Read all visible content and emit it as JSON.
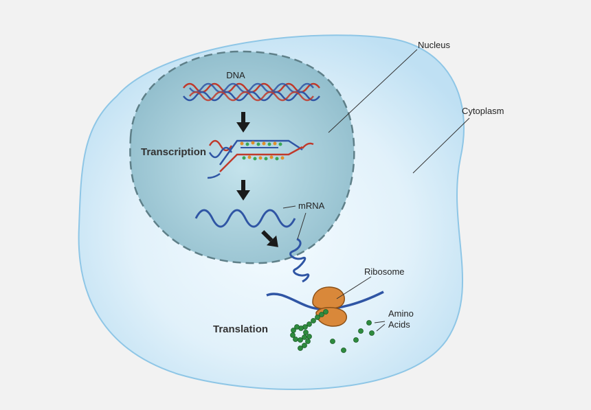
{
  "labels": {
    "dna": "DNA",
    "transcription": "Transcription",
    "mrna": "mRNA",
    "nucleus": "Nucleus",
    "cytoplasm": "Cytoplasm",
    "ribosome": "Ribosome",
    "amino_acids_line1": "Amino",
    "amino_acids_line2": "Acids",
    "translation": "Translation"
  },
  "colors": {
    "background": "#f2f2f2",
    "cell_fill": "#cfe8f6",
    "cell_stroke": "#8ec6e6",
    "nucleus_fill": "#a9cfdc",
    "nucleus_border": "#5e7f88",
    "strand_red": "#c0392b",
    "strand_blue": "#2f55a4",
    "ribosome": "#d9883a",
    "amino_acid": "#2e8b3e",
    "arrow": "#1a1a1a"
  }
}
